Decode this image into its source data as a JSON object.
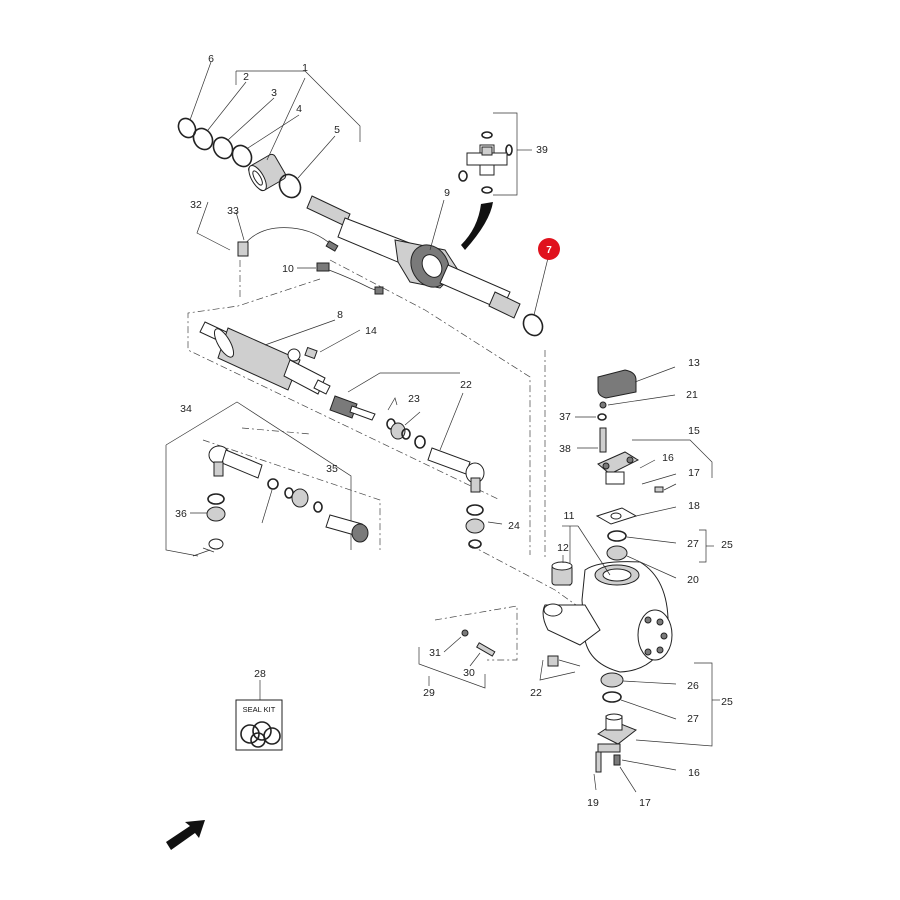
{
  "highlight": {
    "number": "7",
    "color": "#e0121d"
  },
  "seal_kit": {
    "number": "28",
    "label": "SEAL KIT"
  },
  "callouts": {
    "c1": "1",
    "c2": "2",
    "c3": "3",
    "c4": "4",
    "c5": "5",
    "c6": "6",
    "c8": "8",
    "c9": "9",
    "c10": "10",
    "c11": "11",
    "c12": "12",
    "c13": "13",
    "c14": "14",
    "c15": "15",
    "c16a": "16",
    "c16b": "16",
    "c17a": "17",
    "c17b": "17",
    "c18": "18",
    "c19": "19",
    "c20": "20",
    "c21": "21",
    "c22a": "22",
    "c22b": "22",
    "c23": "23",
    "c24": "24",
    "c25a": "25",
    "c25b": "25",
    "c26": "26",
    "c27a": "27",
    "c27b": "27",
    "c29": "29",
    "c30": "30",
    "c31": "31",
    "c32": "32",
    "c33": "33",
    "c34": "34",
    "c35": "35",
    "c36": "36",
    "c37": "37",
    "c38": "38",
    "c39": "39"
  },
  "icons": {
    "direction": "arrow-icon"
  }
}
